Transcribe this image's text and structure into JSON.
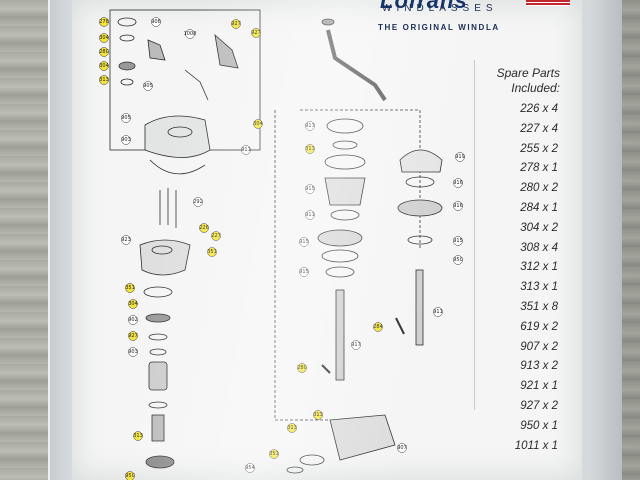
{
  "brand": {
    "name": "Lofrans",
    "subtitle": "WINDLASSES",
    "tagline": "THE ORIGINAL WINDLA"
  },
  "spare_parts": {
    "title_line1": "Spare Parts",
    "title_line2": "Included:",
    "items": [
      "226 x 4",
      "227 x 4",
      "255 x 2",
      "278 x 1",
      "280 x 2",
      "284 x 1",
      "304 x 2",
      "308 x 4",
      "312 x 1",
      "313 x 1",
      "351 x 8",
      "619 x 2",
      "907 x 2",
      "913 x 2",
      "921 x 1",
      "927 x 2",
      "950 x 1",
      "1011 x 1"
    ]
  },
  "callouts": {
    "yellow": [
      "278",
      "304",
      "280",
      "304",
      "313",
      "927",
      "927",
      "226",
      "227",
      "351",
      "351",
      "304",
      "927",
      "313",
      "950",
      "304",
      "313",
      "284",
      "280",
      "313",
      "313",
      "351",
      "284",
      "619"
    ],
    "white": [
      "906",
      "1008",
      "905",
      "292",
      "905",
      "903",
      "923",
      "908",
      "902",
      "903",
      "921",
      "911",
      "913",
      "916",
      "915",
      "919",
      "916",
      "915",
      "916",
      "914",
      "915",
      "915",
      "907",
      "918",
      "915",
      "917",
      "913",
      "950",
      "914",
      "911",
      "907",
      "911",
      "905",
      "909",
      "908",
      "904",
      "313",
      "954"
    ]
  },
  "colors": {
    "callout_fill": "#f2e33a",
    "ink": "#2a2a2a",
    "brand_navy": "#15356b",
    "flag_red": "#c2262e"
  }
}
